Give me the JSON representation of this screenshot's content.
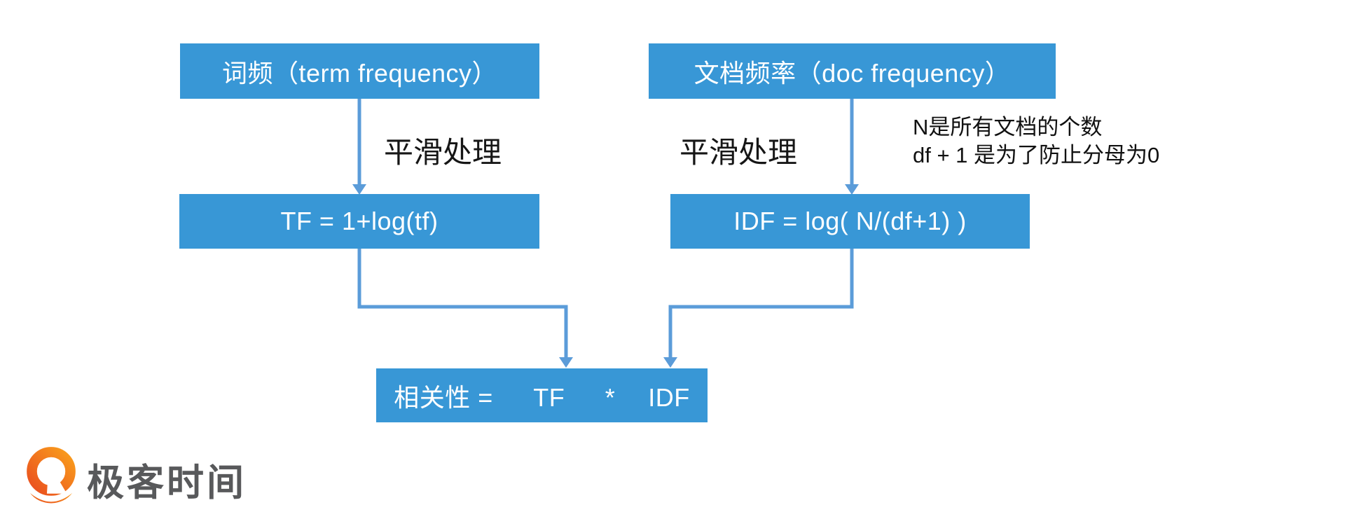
{
  "diagram": {
    "boxes": {
      "term_freq": "词频（term frequency）",
      "doc_freq": "文档频率（doc frequency）",
      "tf_formula": "TF = 1+log(tf)",
      "idf_formula": "IDF = log( N/(df+1) )",
      "result": "相关性 =　  TF　  *　 IDF"
    },
    "labels": {
      "smoothing_left": "平滑处理",
      "smoothing_right": "平滑处理",
      "note_line1": "N是所有文档的个数",
      "note_line2": "df + 1 是为了防止分母为0"
    },
    "colors": {
      "box_fill": "#3897d6",
      "connector": "#5b9cd9",
      "box_text": "#ffffff",
      "label_text": "#161616",
      "logo_orange_dark": "#ea4f1f",
      "logo_orange_light": "#f99d1c",
      "logo_text": "#58595b"
    }
  },
  "footer": {
    "brand": "极客时间"
  }
}
